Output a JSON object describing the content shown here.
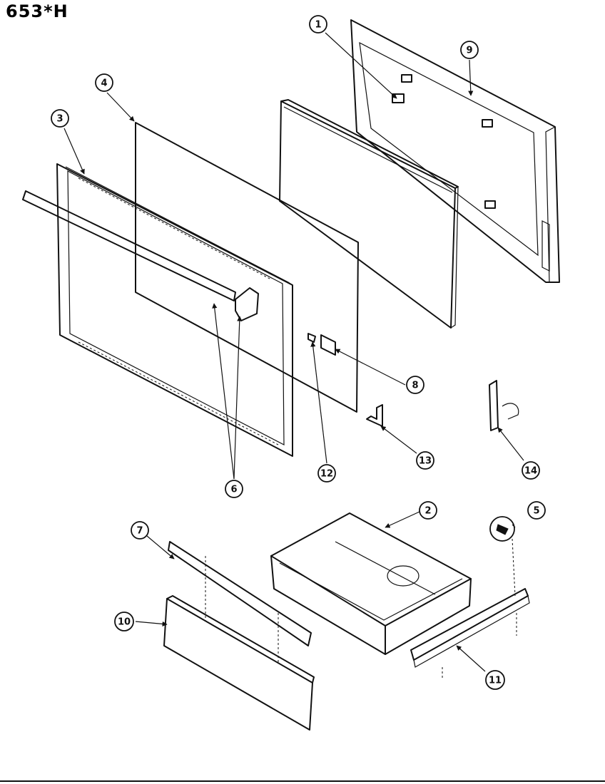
{
  "header": {
    "model": "653*H"
  },
  "callouts": [
    {
      "id": "1",
      "label": "1"
    },
    {
      "id": "2",
      "label": "2"
    },
    {
      "id": "3",
      "label": "3"
    },
    {
      "id": "4",
      "label": "4"
    },
    {
      "id": "5",
      "label": "5"
    },
    {
      "id": "6",
      "label": "6"
    },
    {
      "id": "7",
      "label": "7"
    },
    {
      "id": "8",
      "label": "8"
    },
    {
      "id": "9",
      "label": "9"
    },
    {
      "id": "10",
      "label": "10"
    },
    {
      "id": "11",
      "label": "11"
    },
    {
      "id": "12",
      "label": "12"
    },
    {
      "id": "13",
      "label": "13"
    },
    {
      "id": "14",
      "label": "14"
    }
  ]
}
